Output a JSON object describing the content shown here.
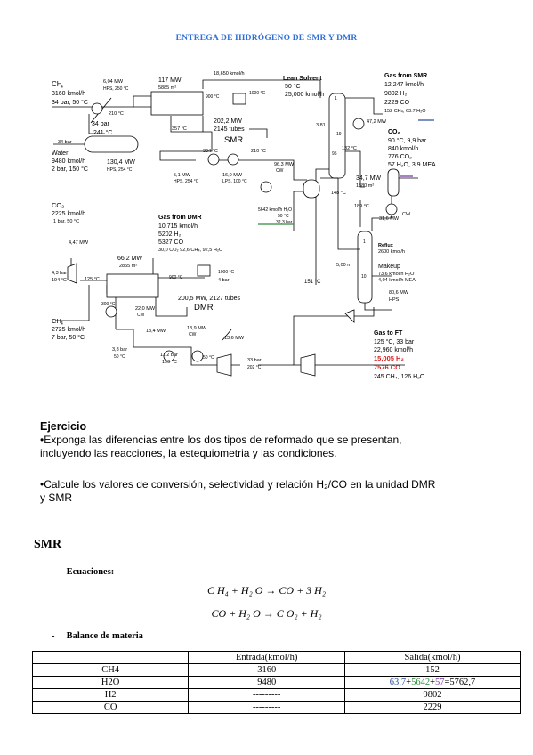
{
  "title": "ENTREGA DE HIDRÓGENO DE SMR Y DMR",
  "diagram": {
    "smr_feed": {
      "ch4": "CH",
      "ch4_sub": "4",
      "flow": "3160 kmol/h",
      "cond": "34 bar, 50 °C"
    },
    "water_feed": {
      "name": "Water",
      "flow": "9480 kmol/h",
      "cond": "2 bar, 150 °C"
    },
    "hx1": {
      "duty": "6,04 MW",
      "hps": "HPS, 250 °C",
      "t": "210 °C"
    },
    "p34": {
      "p": "34 bar",
      "t": "241 °C"
    },
    "pump_p": "34 bar",
    "drum": {
      "duty": "130,4 MW",
      "hps": "HPS, 254 °C"
    },
    "reformer_smr": {
      "duty": "117 MW",
      "area": "5885 m²",
      "t900": "900 °C",
      "t357": "357 °C",
      "t1000": "1000 °C",
      "duty2": "202,2 MW",
      "tubes": "2145 tubes",
      "name": "SMR",
      "recycle": "18,650 kmol/h"
    },
    "smr_cool": {
      "t304": "304 °C",
      "t210": "210 °C",
      "d1": "5,1 MW",
      "d1s": "HPS, 254 °C",
      "d2": "16,0 MW",
      "d2s": "LPS, 100 °C",
      "d3": "96,3 MW",
      "d3s": "CW"
    },
    "lean": {
      "name": "Lean Solvent",
      "t": "50 °C",
      "flow": "25,000 kmol/h"
    },
    "gas_smr": {
      "name": "Gas from SMR",
      "flow": "12,247 kmol/h",
      "h2": "9802 H₂",
      "co": "2229 CO",
      "rest": "152 CH₄, 63.7 H₂O"
    },
    "col": {
      "p381": "3,81",
      "t47": "47,2 MW",
      "t132": "132 °C",
      "t347": "34,7 MW",
      "t1380": "1380 m²",
      "t148": "148 °C",
      "n1": "1",
      "n19": "19",
      "n95": "95"
    },
    "co2_out": {
      "name": "CO₂",
      "cond": "90 °C, 9,9 bar",
      "flow": "840 kmol/h",
      "co2": "776 CO₂",
      "rest": "57 H₂O, 3,9 MEA"
    },
    "cond_ph": {
      "t189": "189 °C",
      "d316": "31,6 MW",
      "cw": "CW",
      "reflux": "Reflux",
      "rflow": "2600 kmol/h"
    },
    "makeup": {
      "name": "Makeup",
      "l1": "73,6 kmol/h H₂O",
      "l2": "4,04 kmol/h MEA"
    },
    "stripper": {
      "h": "5,00 m",
      "n1": "1",
      "n10": "10",
      "t151": "151 °C",
      "d806": "80,6 MW",
      "hps": "HPS"
    },
    "water_out": {
      "l1": "5642 kmol/h H₂O",
      "l2": "50 °C",
      "l3": "32,3 bar"
    },
    "dmr_co2": {
      "name": "CO₂",
      "flow": "2225 kmol/h",
      "cond": "1 bar, 50 °C",
      "duty": "4,47 MW",
      "p43": "4,3 bar",
      "t194": "194 °C",
      "t125": "125 °C"
    },
    "dmr_ch4": {
      "name": "CH",
      "sub": "4",
      "flow": "2725 kmol/h",
      "cond": "7 bar, 50 °C"
    },
    "gas_dmr": {
      "name": "Gas from DMR",
      "flow": "10,715 kmol/h",
      "h2": "5202 H₂",
      "co": "5327 CO",
      "rest": "30,0 CO₂ 92,6 CH₄, 92,5 H₂O"
    },
    "reformer_dmr": {
      "duty": "66,2 MW",
      "area": "2855 m²",
      "t900": "900 °C",
      "t1000": "1000 °C",
      "p4": "4 bar",
      "duty2": "200,5 MW, 2127 tubes",
      "name": "DMR",
      "t300": "300 °C"
    },
    "dmr_cool": {
      "d220": "22,0 MW",
      "cw": "CW",
      "p38": "3,8 bar",
      "t50": "50 °C",
      "d134": "13,4 MW",
      "p112": "11,2 bar",
      "t190": "190 °C",
      "d139": "13,9 MW",
      "cw2": "CW",
      "t50b": "50 °C",
      "d136": "13,6 MW",
      "p33": "33 bar",
      "t202": "202 °C"
    },
    "gas_ft": {
      "name": "Gas to FT",
      "cond": "125 °C, 33 bar",
      "flow": "22,960 kmol/h",
      "h2": "15,005 H₂",
      "co": "7576 CO",
      "rest": "245 CH₄, 126 H₂O"
    }
  },
  "exercise": {
    "title": "Ejercicio",
    "bullet1": "Exponga las diferencias entre los dos tipos de reformado que se presentan, incluyendo las reacciones, la estequiometria y las condiciones.",
    "bullet2": "Calcule los valores de conversión, selectividad y relación H₂/CO en la unidad DMR y SMR"
  },
  "smr": {
    "heading": "SMR",
    "ecuaciones_label": "Ecuaciones:",
    "eq1": "C H₄ + H₂ O → CO + 3 H₂",
    "eq2": "CO + H₂ O → C O₂ + H₂",
    "balance_label": "Balance de materia",
    "table": {
      "headers": [
        "",
        "Entrada(kmol/h)",
        "Salida(kmol/h)"
      ],
      "rows": [
        {
          "name": "CH4",
          "in": "3160",
          "out": "152"
        },
        {
          "name": "H2O",
          "in": "9480",
          "out_parts": [
            "63,7",
            "+",
            "5642",
            "+",
            "57",
            "=5762,7"
          ]
        },
        {
          "name": "H2",
          "in": "---------",
          "out": "9802"
        },
        {
          "name": "CO",
          "in": "---------",
          "out": "2229"
        }
      ]
    }
  },
  "colors": {
    "title": "#2f6fd6",
    "blue_line": "#2b4f9e",
    "green_line": "#2e8b3a",
    "purple_line": "#7a3fa0",
    "red_text": "#d42020"
  }
}
